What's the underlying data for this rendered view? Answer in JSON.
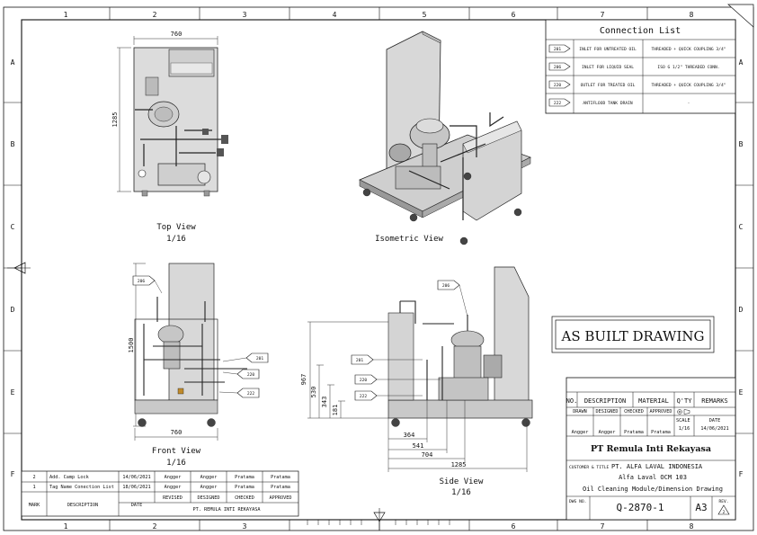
{
  "border": {
    "columns": [
      "1",
      "2",
      "3",
      "4",
      "5",
      "6",
      "7",
      "8"
    ],
    "rows": [
      "A",
      "B",
      "C",
      "D",
      "E",
      "F"
    ]
  },
  "views": {
    "top": {
      "title": "Top View",
      "scale": "1/16",
      "dim_width": "760",
      "dim_height": "1285"
    },
    "iso": {
      "title": "Isometric View"
    },
    "front": {
      "title": "Front View",
      "scale": "1/16",
      "dim_width": "760",
      "dim_height": "1500"
    },
    "side": {
      "title": "Side View",
      "scale": "1/16",
      "dims": {
        "h967": "967",
        "h530": "530",
        "h343": "343",
        "h181": "181",
        "w364": "364",
        "w541": "541",
        "w704": "704",
        "w1285": "1285"
      }
    }
  },
  "tags": {
    "t201": "201",
    "t206": "206",
    "t220": "220",
    "t222": "222"
  },
  "connection_list": {
    "title": "Connection List",
    "rows": [
      {
        "tag": "201",
        "desc": "INLET FOR UNTREATED OIL",
        "conn": "THREADED + QUICK COUPLING 3/4\""
      },
      {
        "tag": "206",
        "desc": "INLET FOR LIQUID SEAL",
        "conn": "ISO G 1/2\" THREADED CONN."
      },
      {
        "tag": "220",
        "desc": "OUTLET FOR TREATED OIL",
        "conn": "THREADED + QUICK COUPLING 3/4\""
      },
      {
        "tag": "222",
        "desc": "ANTIFLOOD TANK DRAIN",
        "conn": "-"
      }
    ]
  },
  "stamp": "AS BUILT DRAWING",
  "title_block": {
    "headers": {
      "no": "NO.",
      "description": "DESCRIPTION",
      "material": "MATERIAL",
      "qty": "Q'TY",
      "remarks": "REMARKS"
    },
    "roles": {
      "drawn": "DRAWN",
      "designed": "DESIGNED",
      "checked": "CHECKED",
      "approved": "APPROVED"
    },
    "names": {
      "drawn": "Angger",
      "designed": "Angger",
      "checked": "Pratama",
      "approved": "Pratama"
    },
    "scale_label": "SCALE",
    "scale": "1/16",
    "date_label": "DATE",
    "date": "14/06/2021",
    "company": "PT Remula Inti Rekayasa",
    "customer_label": "CUSTOMER & TITLE",
    "customer": "PT. ALFA LAVAL INDONESIA",
    "title1": "Alfa Laval OCM 103",
    "title2": "Oil Cleaning Module/Dimension Drawing",
    "dwg_label": "DWG NO.",
    "dwg_no": "Q-2870-1",
    "size": "A3",
    "rev_label": "REV."
  },
  "revisions": {
    "rows": [
      {
        "mark": "2",
        "desc": "Add. Camp Lock",
        "date": "14/06/2021",
        "by1": "Angger",
        "by2": "Angger",
        "by3": "Pratama",
        "by4": "Pratama"
      },
      {
        "mark": "1",
        "desc": "Tag Name Conection List",
        "date": "18/06/2021",
        "by1": "Angger",
        "by2": "Angger",
        "by3": "Pratama",
        "by4": "Pratama"
      }
    ],
    "labels": {
      "revised": "REVISED",
      "designed": "DESIGNED",
      "checked": "CHECKED",
      "approved": "APPROVED",
      "mark": "MARK",
      "description": "DESCRIPTION",
      "date": "DATE"
    },
    "company": "PT. REMULA INTI REKAYASA"
  }
}
